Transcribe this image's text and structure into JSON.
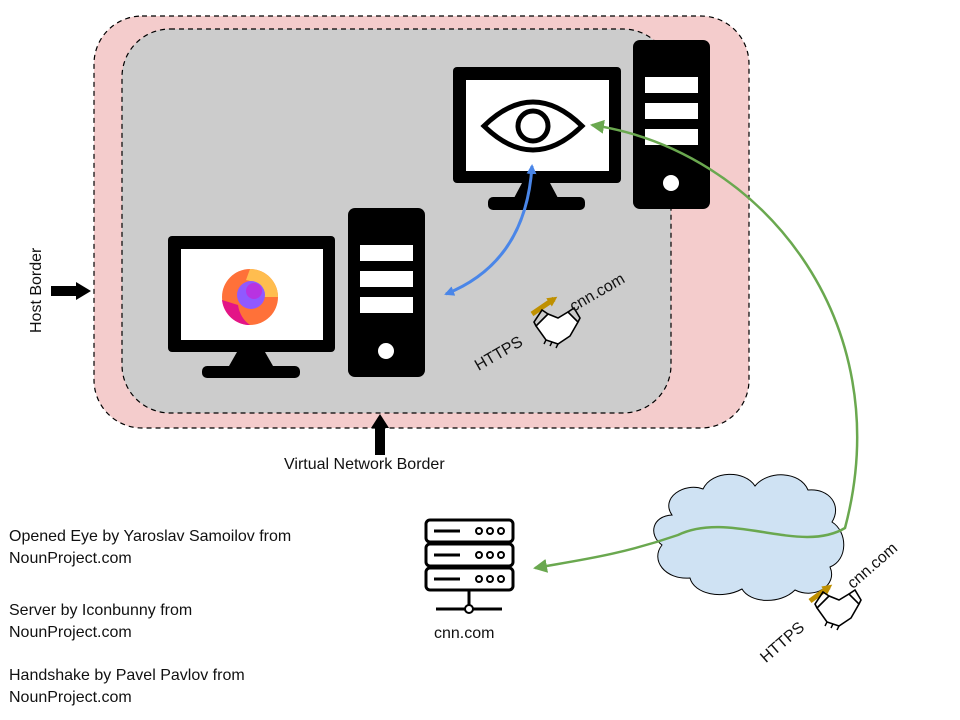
{
  "labels": {
    "host_border": "Host Border",
    "virtual_network_border": "Virtual Network Border",
    "inner_https": "HTTPS",
    "inner_domain": "cnn.com",
    "outer_https": "HTTPS",
    "outer_domain": "cnn.com",
    "server_domain": "cnn.com"
  },
  "credits": [
    "Opened Eye by Yaroslav Samoilov from NounProject.com",
    "Server by Iconbunny from NounProject.com",
    "Handshake by Pavel Pavlov from NounProject.com"
  ],
  "colors": {
    "host_fill": "#f4cccc",
    "vnet_fill": "#cccccc",
    "cloud_fill": "#cfe2f3",
    "blue_arrow": "#4a86e8",
    "green_arrow": "#6aa84f",
    "https_arrow": "#bf9000"
  },
  "icons": [
    "opened-eye-icon",
    "firefox-icon",
    "server-icon",
    "handshake-icon",
    "cloud-icon",
    "computer-icon"
  ]
}
